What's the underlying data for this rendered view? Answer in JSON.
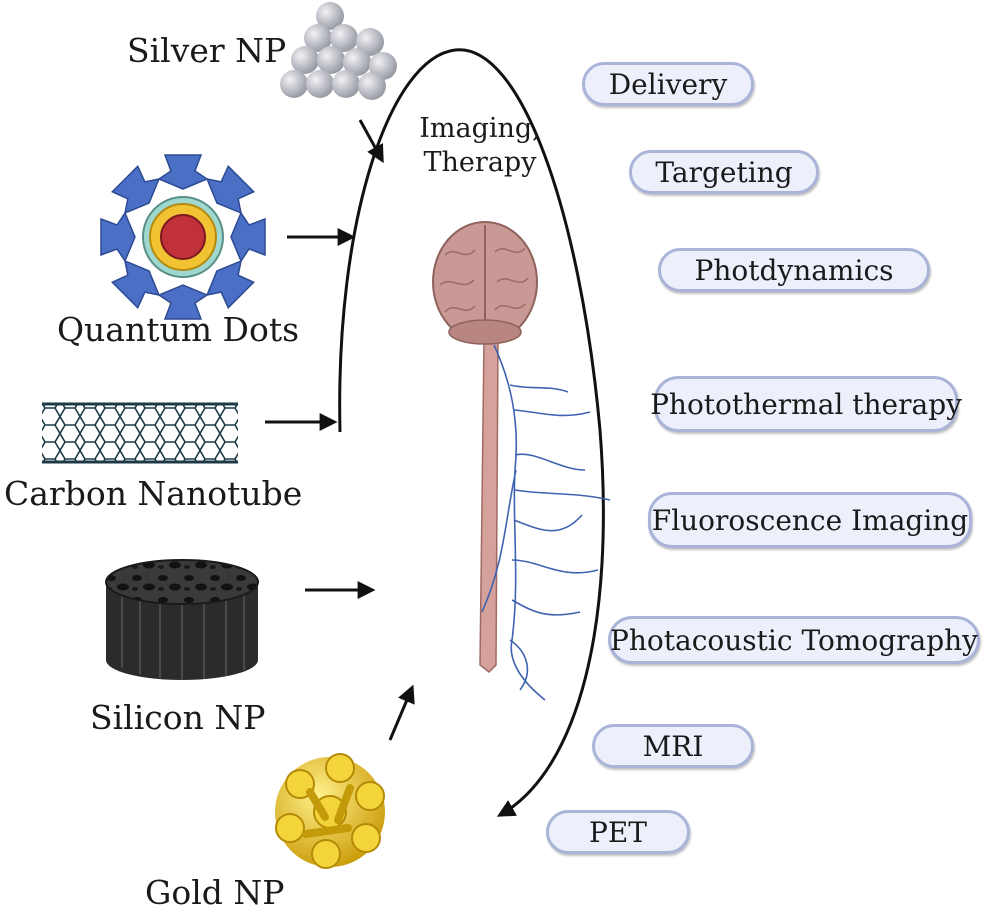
{
  "center": {
    "line1": "Imaging,",
    "line2": "Therapy"
  },
  "nanoparticles": {
    "silver": "Silver NP",
    "quantum_dots": "Quantum Dots",
    "carbon_nanotube": "Carbon Nanotube",
    "silicon": "Silicon NP",
    "gold": "Gold NP"
  },
  "applications": [
    "Delivery",
    "Targeting",
    "Photdynamics",
    "Photothermal therapy",
    "Fluoroscence Imaging",
    "Photacoustic Tomography",
    "MRI",
    "PET"
  ],
  "colors": {
    "pill_border": "#a9b4d8",
    "pill_fill": "#edf0fa",
    "quantum_dot_blue": "#4a6fc4",
    "gold": "#e8c21c",
    "brain": "#c99a95",
    "nerve": "#3f63b0"
  }
}
